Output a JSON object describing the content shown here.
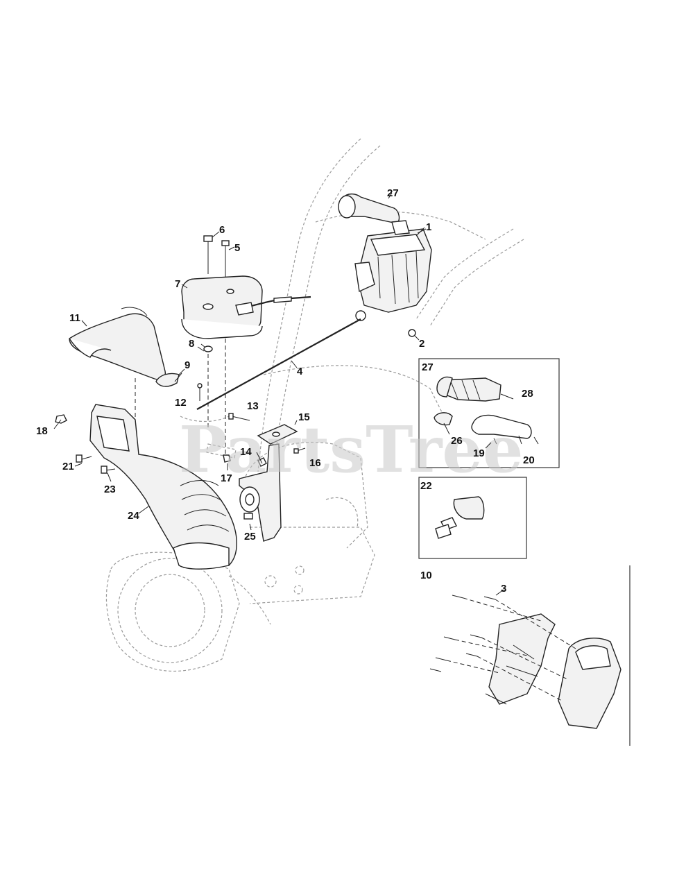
{
  "watermark": "PartsTree",
  "callouts": [
    "1",
    "2",
    "3",
    "4",
    "5",
    "6",
    "7",
    "8",
    "9",
    "10",
    "11",
    "12",
    "13",
    "14",
    "15",
    "16",
    "17",
    "18",
    "19",
    "20",
    "21",
    "22",
    "23",
    "24",
    "25",
    "26",
    "27",
    "28"
  ],
  "inset_labels": {
    "box_27": "27",
    "box_22": "22",
    "group_10": "10"
  },
  "colors": {
    "line": "#222222",
    "ghost": "#9a9a9a",
    "watermark": "#c9c9c9",
    "background": "#ffffff"
  }
}
